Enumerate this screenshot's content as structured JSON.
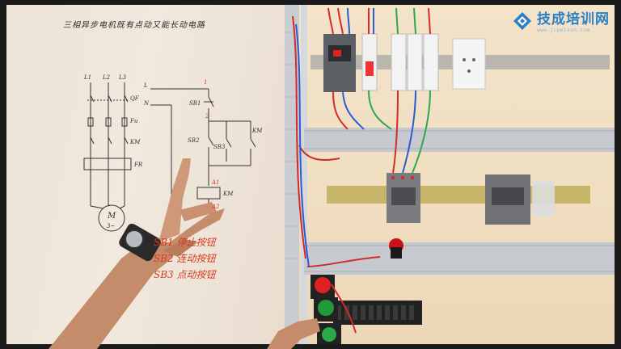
{
  "scene": {
    "whiteboard_title": "三相异步电机既有点动又能长动电路",
    "legend": [
      "SB1 停止按钮",
      "SB2 连动按钮",
      "SB3 点动按钮"
    ],
    "diagram_labels": {
      "phase_l1": "L1",
      "phase_l2": "L2",
      "phase_l3": "L3",
      "breaker": "QF",
      "fuse": "Fu",
      "contactor": "KM",
      "thermal_relay": "FR",
      "motor_symbol": "M",
      "motor_phase": "3~",
      "line_l": "L",
      "line_n": "N",
      "stop_button": "SB1",
      "run_button": "SB2",
      "jog_button": "SB3",
      "aux_contact": "KM",
      "coil": "KM",
      "node_1": "1",
      "node_2": "2",
      "node_a1": "A1",
      "node_a2": "A2"
    }
  },
  "brand": {
    "name": "技成培训网",
    "url": "www.jcpeixun.com"
  },
  "colors": {
    "brand_blue": "#2a7fc9",
    "whiteboard": "#efe6da",
    "panel_wood": "#f1dfc2",
    "red_wire": "#d42a2a",
    "blue_wire": "#2a5bd4",
    "green_wire": "#2fa84a",
    "ink_red": "#d9381e"
  }
}
